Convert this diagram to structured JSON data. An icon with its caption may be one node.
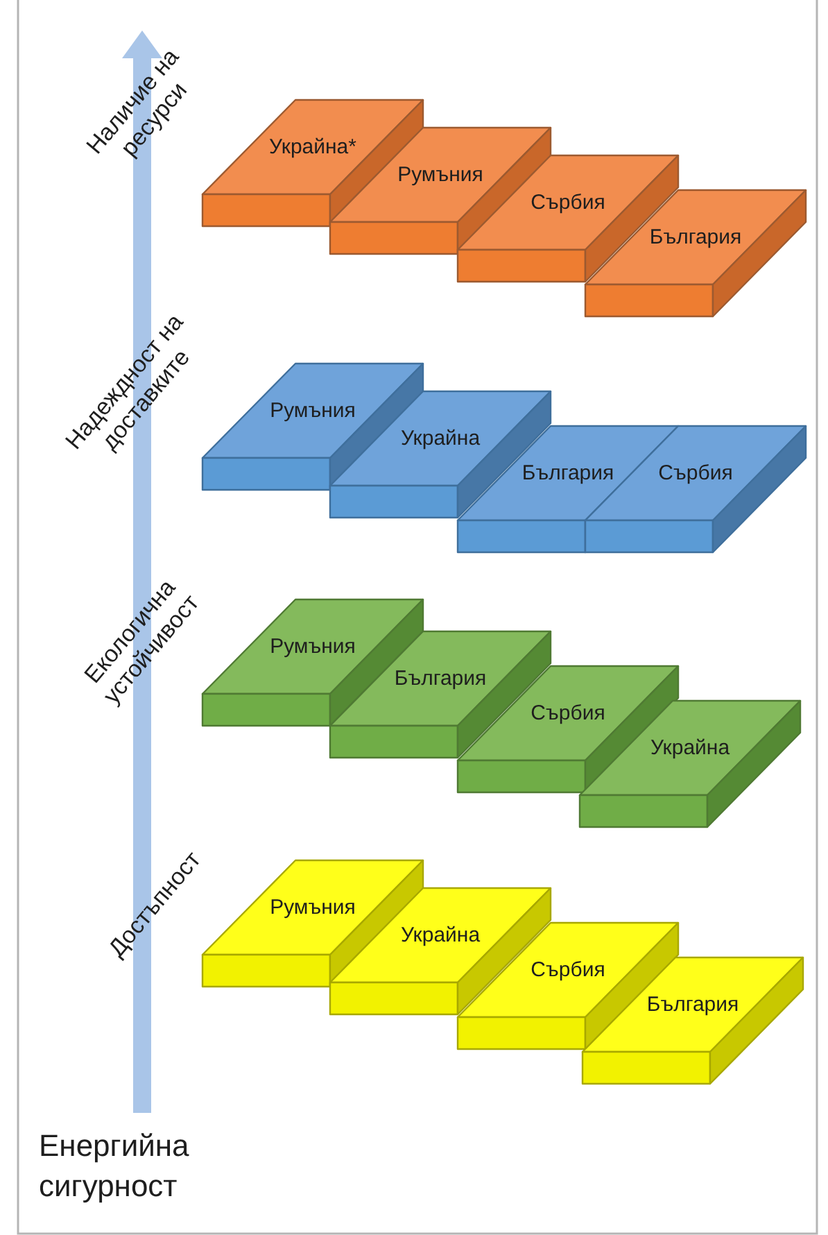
{
  "diagram": {
    "nodes": [
      {
        "text": [
          "Украйна*"
        ]
      },
      {
        "text": [
          "Румъния"
        ]
      },
      {
        "text": [
          "Сърбия"
        ]
      },
      {
        "text": [
          "България"
        ]
      },
      {
        "text": [
          "Румъния"
        ]
      },
      {
        "text": [
          "Украйна"
        ]
      },
      {
        "text": [
          "България"
        ]
      },
      {
        "text": [
          "Сърбия"
        ]
      },
      {
        "text": [
          "Румъния"
        ]
      },
      {
        "text": [
          "България"
        ]
      },
      {
        "text": [
          "Сърбия"
        ]
      },
      {
        "text": [
          "Украйна"
        ]
      },
      {
        "text": [
          "Румъния"
        ]
      },
      {
        "text": [
          "Украйна"
        ]
      },
      {
        "text": [
          "Сърбия"
        ]
      },
      {
        "text": [
          "България"
        ]
      }
    ],
    "labels": [
      "Наличие на ресурси",
      "Надеждност на доставките",
      "Екологична устойчивост",
      "Достъпност",
      "Енергийна сигурност"
    ]
  }
}
